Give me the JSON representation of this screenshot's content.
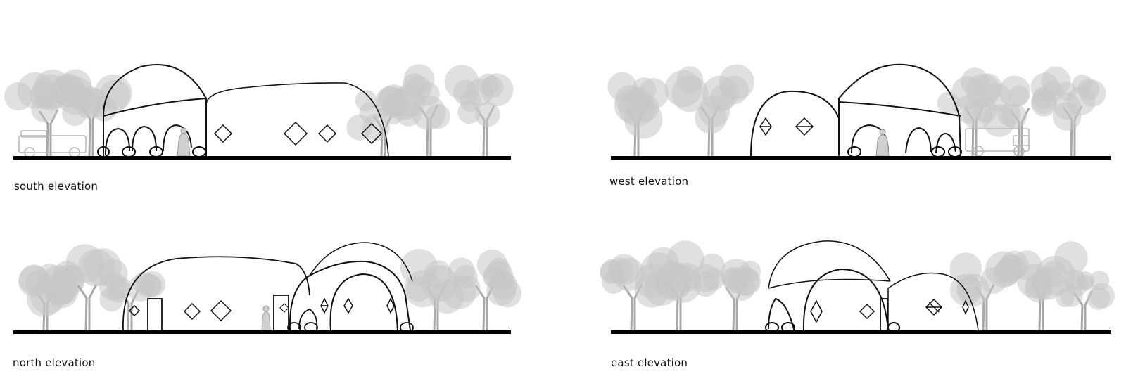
{
  "elevations": {
    "south": {
      "label": "south elevation"
    },
    "west": {
      "label": "west elevation"
    },
    "north": {
      "label": "north elevation"
    },
    "east": {
      "label": "east elevation"
    }
  },
  "colors": {
    "tree": "#c7c7c7",
    "trunk": "#a8a8a8",
    "line": "#111111",
    "ground": "#000000",
    "background": "#ffffff"
  }
}
